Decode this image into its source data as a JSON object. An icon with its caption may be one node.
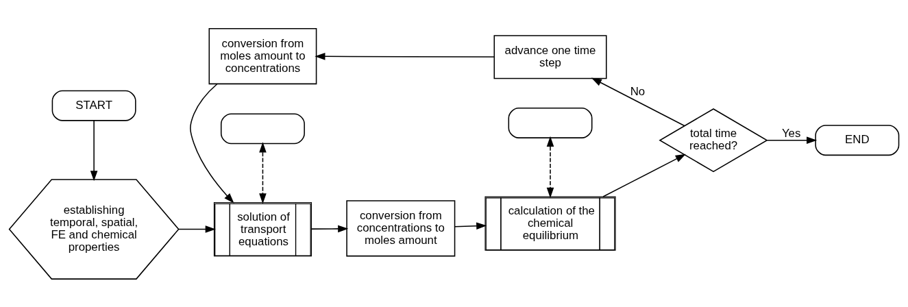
{
  "diagram": {
    "nodes": [
      {
        "text": [
          "START"
        ]
      },
      {
        "text": [],
        "shape": "terminal"
      },
      {
        "text": [],
        "shape": "terminal"
      },
      {
        "text": [
          "establishing temporal, spatial, FE and chemical properties"
        ]
      },
      {
        "text": [
          "solution of transport equations"
        ]
      },
      {
        "text": [
          "conversion from concentrations to moles amount"
        ]
      },
      {
        "text": [
          "calculation of the chemical equilibrium"
        ]
      },
      {
        "text": [
          "total time reached?"
        ]
      },
      {
        "text": [
          "END"
        ]
      },
      {
        "text": [
          "conversion from moles amount to concentrations"
        ]
      },
      {
        "text": [
          "advance one time step"
        ]
      }
    ],
    "edges": [
      {
        "from": 0,
        "to": 3,
        "arrow": "to"
      },
      {
        "from": 1,
        "to": 4,
        "arrow": "both",
        "style": "dashed"
      },
      {
        "from": 2,
        "to": 6,
        "arrow": "both",
        "style": "dashed"
      },
      {
        "from": 3,
        "to": 4,
        "arrow": "to"
      },
      {
        "from": 4,
        "to": 5,
        "arrow": "to"
      },
      {
        "from": 5,
        "to": 6,
        "arrow": "to"
      },
      {
        "from": 6,
        "to": 7,
        "arrow": "to"
      },
      {
        "from": 7,
        "to": 8,
        "arrow": "to",
        "label": "Yes"
      },
      {
        "from": 7,
        "to": 10,
        "arrow": "to",
        "label": "No"
      },
      {
        "from": 10,
        "to": 9,
        "arrow": "to"
      },
      {
        "from": 9,
        "to": 4,
        "arrow": "to"
      }
    ]
  }
}
